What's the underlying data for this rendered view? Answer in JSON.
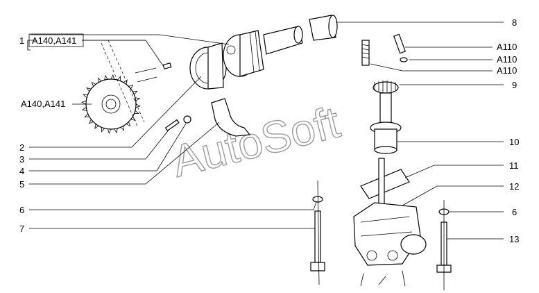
{
  "callouts": {
    "c1": "1",
    "c1_box": "A140,A141",
    "sprocket_label": "A140,A141",
    "c2": "2",
    "c3": "3",
    "c4": "4",
    "c5": "5",
    "c6_left": "6",
    "c7": "7",
    "c8": "8",
    "a110_1": "A110",
    "a110_2": "A110",
    "a110_3": "A110",
    "c9": "9",
    "c10": "10",
    "c11": "11",
    "c12": "12",
    "c6_right": "6",
    "c13": "13"
  },
  "watermark": "AutoSoft"
}
